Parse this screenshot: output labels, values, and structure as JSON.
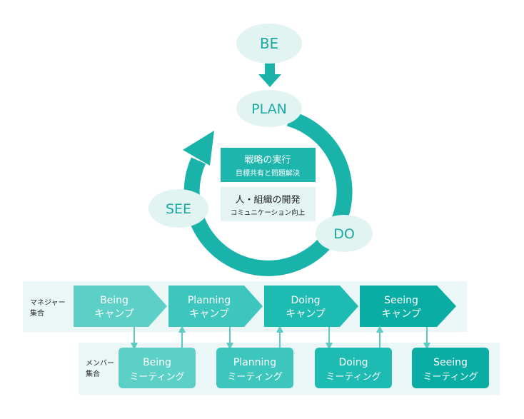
{
  "cycle": {
    "be": "BE",
    "plan": "PLAN",
    "do": "DO",
    "see": "SEE",
    "center_box_1": {
      "title": "戦略の実行",
      "subtitle": "目標共有と問題解決"
    },
    "center_box_2": {
      "title": "人・組織の開発",
      "subtitle": "コミュニケーション向上"
    }
  },
  "manager_row": {
    "label_line1": "マネジャー",
    "label_line2": "集合",
    "steps": [
      {
        "line1": "Being",
        "line2": "キャンプ",
        "color": "#5ccfc6"
      },
      {
        "line1": "Planning",
        "line2": "キャンプ",
        "color": "#3cc6bd"
      },
      {
        "line1": "Doing",
        "line2": "キャンプ",
        "color": "#1dbbb2"
      },
      {
        "line1": "Seeing",
        "line2": "キャンプ",
        "color": "#0aada4"
      }
    ]
  },
  "member_row": {
    "label_line1": "メンバー",
    "label_line2": "集合",
    "steps": [
      {
        "line1": "Being",
        "line2": "ミーティング",
        "color": "#5ccfc6"
      },
      {
        "line1": "Planning",
        "line2": "ミーティング",
        "color": "#3cc6bd"
      },
      {
        "line1": "Doing",
        "line2": "ミーティング",
        "color": "#1dbbb2"
      },
      {
        "line1": "Seeing",
        "line2": "ミーティング",
        "color": "#0aada4"
      }
    ]
  },
  "colors": {
    "teal": "#1ab3aa",
    "ellipse_fill": "#e2f4f2",
    "ellipse_text": "#19aaa1",
    "box_dark": "#1db5ac",
    "box_light": "#e3f4f2",
    "row_bg": "#eaf7f6",
    "arrow": "#5ccbc4"
  }
}
